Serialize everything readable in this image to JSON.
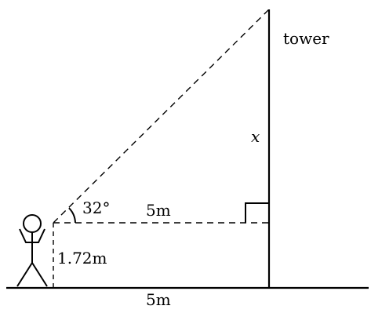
{
  "diagram": {
    "labels": {
      "tower": "tower",
      "height_var": "x",
      "angle": "32°",
      "horizontal_distance": "5m",
      "eye_height": "1.72m",
      "ground_distance": "5m"
    },
    "colors": {
      "stroke": "#000000",
      "background": "#ffffff"
    }
  }
}
